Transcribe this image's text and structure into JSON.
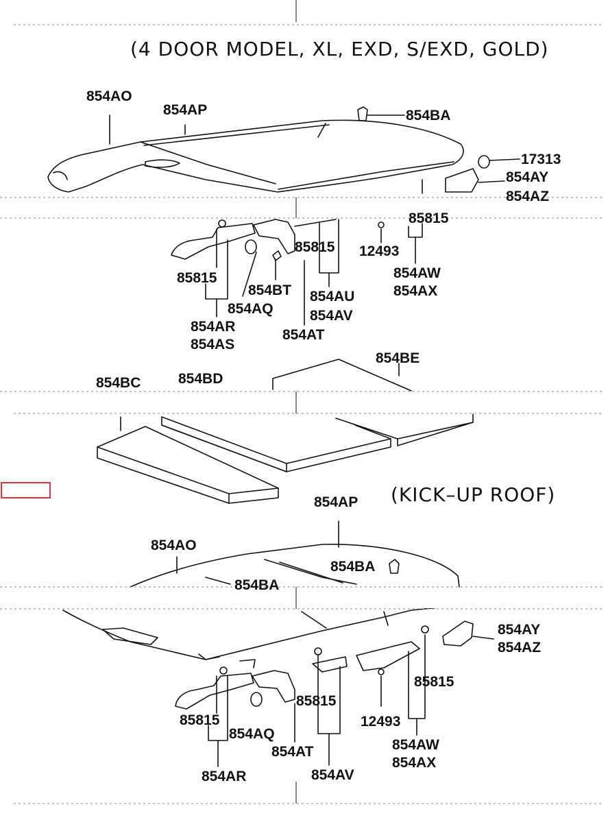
{
  "sections": [
    {
      "header": "(4 DOOR MODEL, XL, EXD, S/EXD, GOLD)"
    },
    {
      "header": "(KICK–UP ROOF)"
    }
  ],
  "labels": {
    "top": {
      "p854AO": "854AO",
      "p854AP": "854AP",
      "p854BA": "854BA",
      "p17313": "17313",
      "p854AY": "854AY",
      "p854AZ_cut": "854AZ",
      "p85815_cut": "85815",
      "p85815_a": "85815",
      "p85815_b": "85815",
      "p12493": "12493",
      "p854AW": "854AW",
      "p854AX": "854AX",
      "p854BT": "854BT",
      "p854AQ": "854AQ",
      "p854AU": "854AU",
      "p854AV": "854AV",
      "p854AR": "854AR",
      "p854AS": "854AS",
      "p854AT": "854AT"
    },
    "pads": {
      "p854BC": "854BC",
      "p854BD": "854BD",
      "p854BE": "854BE"
    },
    "bottom": {
      "p854AP": "854AP",
      "p854AO": "854AO",
      "p854BA": "854BA",
      "p854BA_cut": "854BA",
      "p854AY": "854AY",
      "p854AZ": "854AZ",
      "p85815_a": "85815",
      "p85815_b": "85815",
      "p85815_c": "85815",
      "p12493": "12493",
      "p854AQ": "854AQ",
      "p854AT": "854AT",
      "p854AW": "854AW",
      "p854AX": "854AX",
      "p854AR": "854AR",
      "p854AV": "854AV"
    }
  },
  "selection": {
    "color": "#e0343a"
  }
}
